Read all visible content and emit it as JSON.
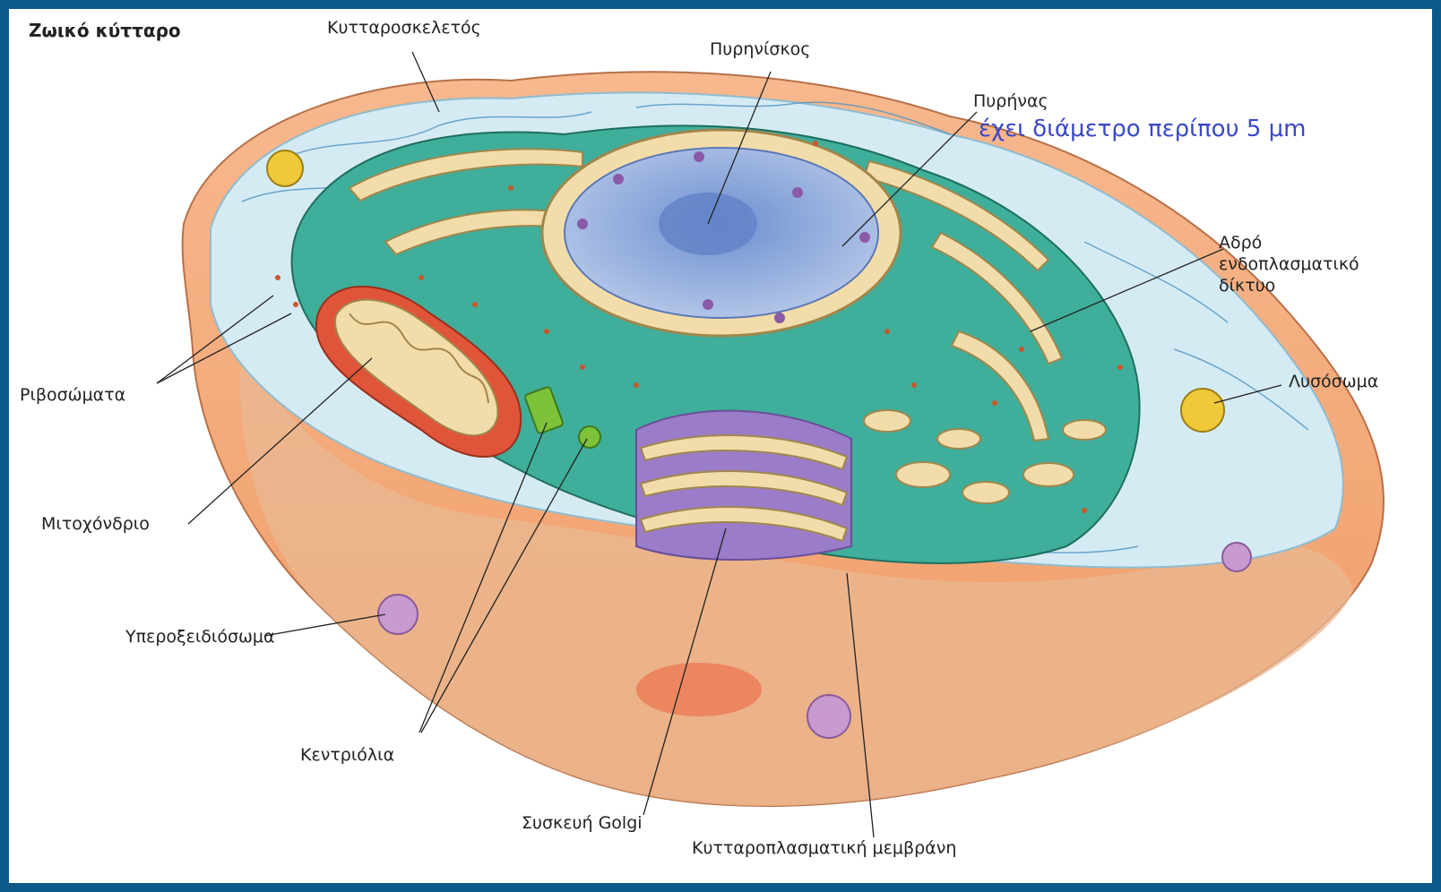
{
  "title": "Ζωικό κύτταρο",
  "labels": {
    "cytoskeleton": "Κυτταροσκελετός",
    "nucleolus": "Πυρηνίσκος",
    "nucleus": "Πυρήνας",
    "nucleus_note": "έχει διάμετρο περίπου 5 μm",
    "rough_er": "Αδρό\nενδοπλασματικό\nδίκτυο",
    "lysosome": "Λυσόσωμα",
    "ribosomes": "Ριβοσώματα",
    "mitochondrion": "Μιτοχόνδριο",
    "peroxisome": "Υπεροξειδιόσωμα",
    "centrioles": "Κεντριόλια",
    "golgi": "Συσκευή Golgi",
    "plasma_membrane": "Κυτταροπλασματική μεμβράνη"
  },
  "colors": {
    "frame": "#0b5a8a",
    "cell_outer": "#f4a877",
    "cytoplasm": "#d8ecf4",
    "er": "#3fae9a",
    "er_lumen": "#f2ddaa",
    "nucleus": "#8fa9d6",
    "golgi": "#9b7cc9",
    "mitochondrion": "#e0553a",
    "note_text": "#3a48c8"
  }
}
